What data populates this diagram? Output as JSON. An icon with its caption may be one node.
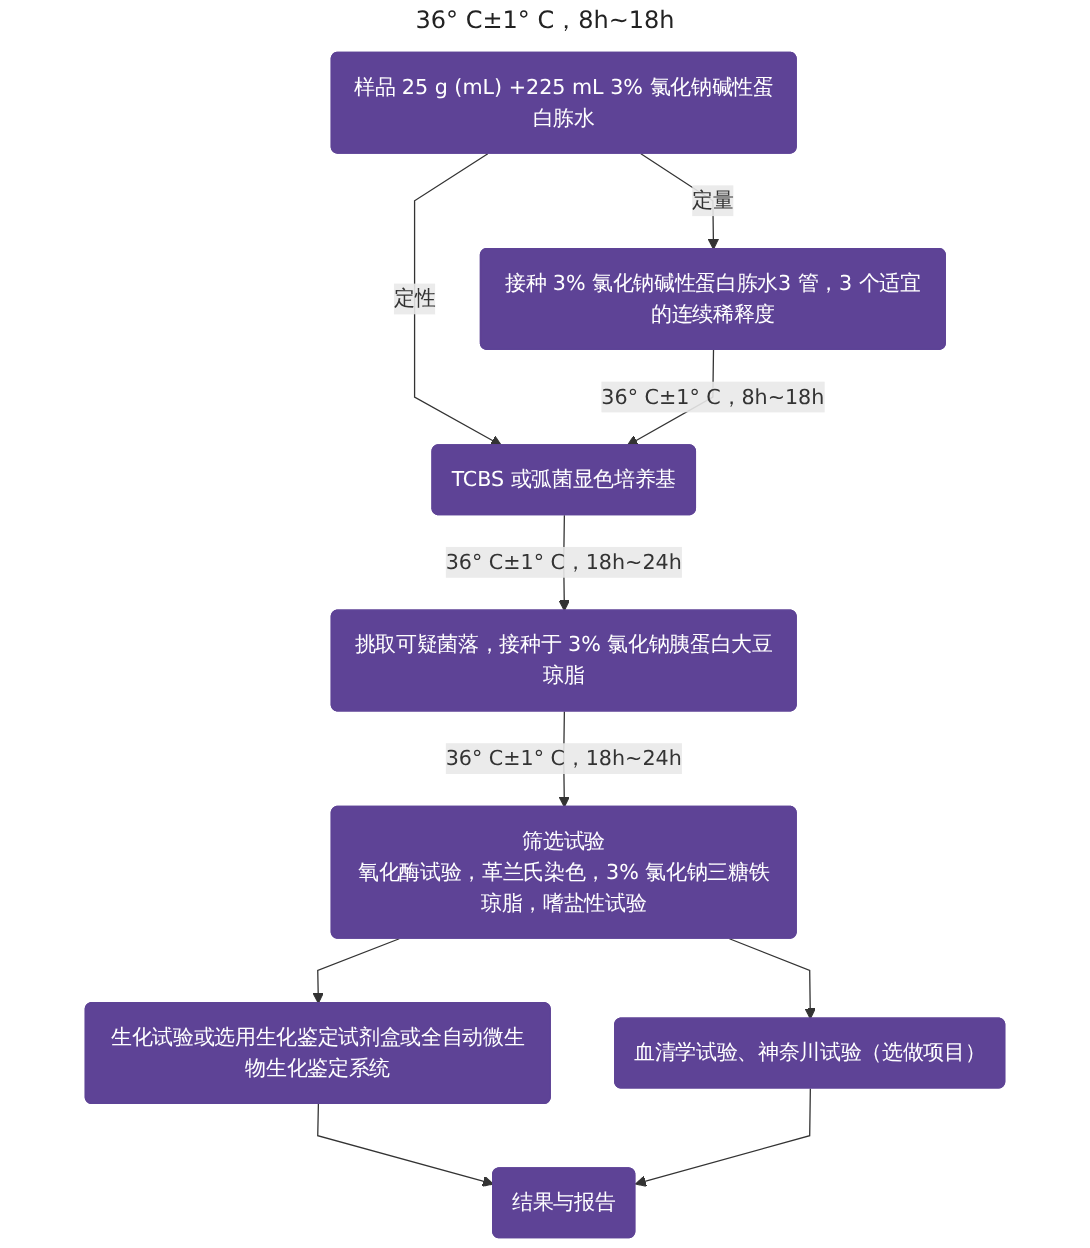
{
  "diagram": {
    "nodes": [
      {
        "text": [
          "样品 25 g (mL) +225 mL 3% 氯化钠碱性蛋白胨水"
        ]
      },
      {
        "text": [
          "接种 3% 氯化钠碱性蛋白胨水3 管，3 个适宜的连续稀释度"
        ]
      },
      {
        "text": [
          "TCBS 或弧菌显色培养基"
        ]
      },
      {
        "text": [
          "挑取可疑菌落，接种于 3% 氯化钠胰蛋白大豆琼脂"
        ]
      },
      {
        "text": [
          "筛选试验",
          "氧化酶试验，革兰氏染色，3% 氯化钠三糖铁琼脂，嗜盐性试验"
        ]
      },
      {
        "text": [
          "生化试验或选用生化鉴定试剂盒或全自动微生物生化鉴定系统"
        ]
      },
      {
        "text": [
          "血清学试验、神奈川试验（选做项目）"
        ]
      },
      {
        "text": [
          "结果与报告"
        ]
      }
    ],
    "edges": [
      {
        "from": 0,
        "to": 2,
        "arrow": "to",
        "label": "定性"
      },
      {
        "from": 0,
        "to": 1,
        "arrow": "to",
        "label": "定量"
      },
      {
        "from": 1,
        "to": 2,
        "arrow": "to",
        "label": "36° C±1° C，8h~18h"
      },
      {
        "from": 2,
        "to": 3,
        "arrow": "to",
        "label": "36° C±1° C，18h~24h"
      },
      {
        "from": 3,
        "to": 4,
        "arrow": "to",
        "label": "36° C±1° C，18h~24h"
      },
      {
        "from": 4,
        "to": 5,
        "arrow": "to"
      },
      {
        "from": 4,
        "to": 6,
        "arrow": "to"
      },
      {
        "from": 5,
        "to": 7,
        "arrow": "to"
      },
      {
        "from": 6,
        "to": 7,
        "arrow": "to"
      }
    ],
    "labels": [
      "36° C±1° C，8h~18h"
    ]
  }
}
